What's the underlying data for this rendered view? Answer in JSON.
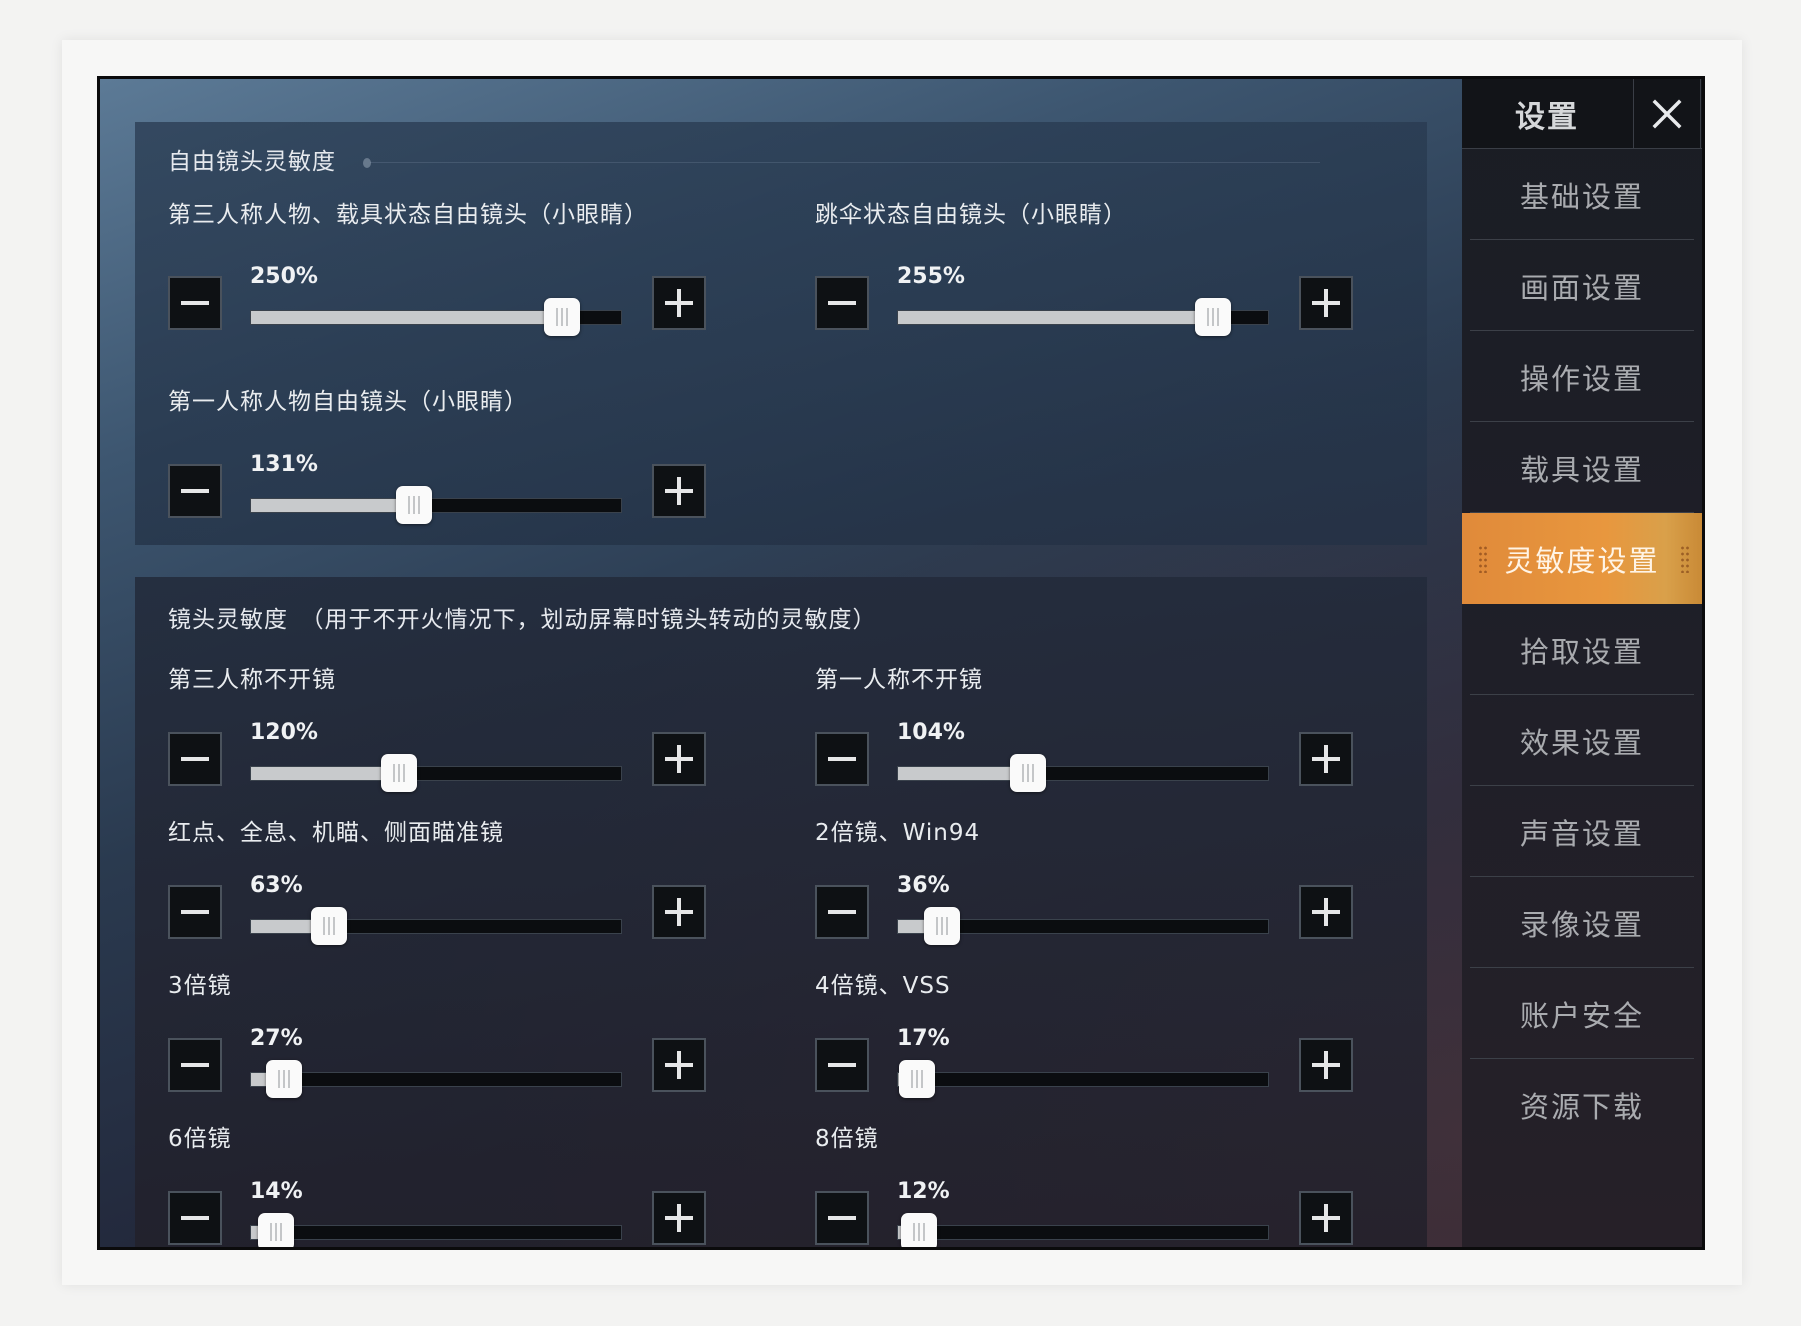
{
  "sidebar": {
    "title": "设置",
    "close_icon": "close-icon",
    "items": [
      {
        "label": "基础设置",
        "active": false
      },
      {
        "label": "画面设置",
        "active": false
      },
      {
        "label": "操作设置",
        "active": false
      },
      {
        "label": "载具设置",
        "active": false
      },
      {
        "label": "灵敏度设置",
        "active": true
      },
      {
        "label": "拾取设置",
        "active": false
      },
      {
        "label": "效果设置",
        "active": false
      },
      {
        "label": "声音设置",
        "active": false
      },
      {
        "label": "录像设置",
        "active": false
      },
      {
        "label": "账户安全",
        "active": false
      },
      {
        "label": "资源下载",
        "active": false
      }
    ],
    "accent_color": "#e8973e"
  },
  "free_camera": {
    "title": "自由镜头灵敏度",
    "sliders": [
      {
        "label": "第三人称人物、载具状态自由镜头（小眼睛）",
        "value_text": "250%",
        "fill_ratio": 0.84
      },
      {
        "label": "跳伞状态自由镜头（小眼睛）",
        "value_text": "255%",
        "fill_ratio": 0.85
      },
      {
        "label": "第一人称人物自由镜头（小眼睛）",
        "value_text": "131%",
        "fill_ratio": 0.44
      }
    ]
  },
  "camera": {
    "title": "镜头灵敏度　（用于不开火情况下，划动屏幕时镜头转动的灵敏度）",
    "sliders": [
      {
        "label": "第三人称不开镜",
        "value_text": "120%",
        "fill_ratio": 0.4
      },
      {
        "label": "第一人称不开镜",
        "value_text": "104%",
        "fill_ratio": 0.35
      },
      {
        "label": "红点、全息、机瞄、侧面瞄准镜",
        "value_text": "63%",
        "fill_ratio": 0.21
      },
      {
        "label": "2倍镜、Win94",
        "value_text": "36%",
        "fill_ratio": 0.12
      },
      {
        "label": "3倍镜",
        "value_text": "27%",
        "fill_ratio": 0.09
      },
      {
        "label": "4倍镜、VSS",
        "value_text": "17%",
        "fill_ratio": 0.05
      },
      {
        "label": "6倍镜",
        "value_text": "14%",
        "fill_ratio": 0.04
      },
      {
        "label": "8倍镜",
        "value_text": "12%",
        "fill_ratio": 0.03
      }
    ]
  },
  "controls": {
    "minus_icon": "minus-icon",
    "plus_icon": "plus-icon"
  }
}
